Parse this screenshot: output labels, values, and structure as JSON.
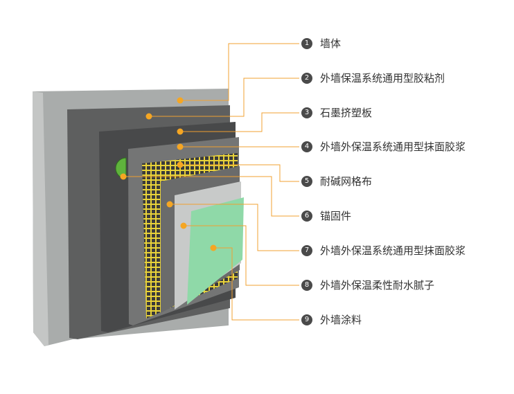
{
  "title": "外墙外保温系统构造示意图",
  "colors": {
    "leader": "#f0a030",
    "dot": "#f5a623",
    "badge": "#4a4a4a",
    "mesh": "#e8d23a",
    "finish": "#8fd9a8"
  },
  "layers": [
    {
      "num": "1",
      "label": "墙体"
    },
    {
      "num": "2",
      "label": "外墙保温系统通用型胶粘剂"
    },
    {
      "num": "3",
      "label": "石墨挤塑板"
    },
    {
      "num": "4",
      "label": "外墙外保温系统通用型抹面胶浆"
    },
    {
      "num": "5",
      "label": "耐碱网格布"
    },
    {
      "num": "6",
      "label": "锚固件"
    },
    {
      "num": "7",
      "label": "外墙外保温系统通用型抹面胶浆"
    },
    {
      "num": "8",
      "label": "外墙外保温柔性耐水腻子"
    },
    {
      "num": "9",
      "label": "外墙涂料"
    }
  ]
}
